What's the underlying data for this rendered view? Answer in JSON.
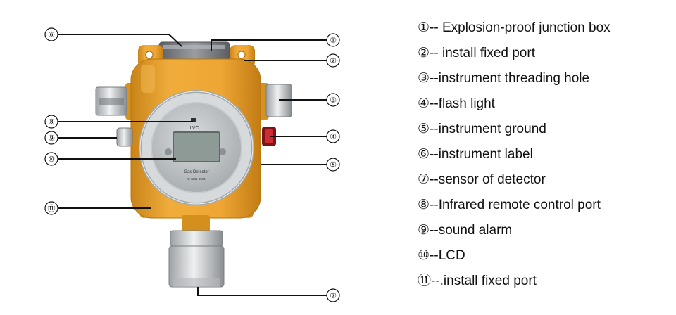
{
  "device": {
    "text_lvc": "LVC",
    "text_name": "Gas Detector",
    "text_model": "IO-SEN-85SN"
  },
  "callouts": [
    "⑥",
    "①",
    "②",
    "③",
    "④",
    "⑤",
    "⑧",
    "⑨",
    "⑩",
    "⑪",
    "⑦"
  ],
  "legend": [
    "①-- Explosion-proof junction box",
    "②-- install fixed port",
    "③--instrument threading hole",
    "④--flash light",
    "⑤--instrument ground",
    "⑥--instrument label",
    "⑦--sensor of detector",
    "⑧--Infrared remote control port",
    "⑨--sound alarm",
    "⑩--LCD",
    "⑪--.install fixed port"
  ],
  "colors": {
    "housing": "#e9a12c",
    "housing_dark": "#c77f16",
    "cap": "#7b7f84",
    "lcd": "#8e9a95",
    "flash_light": "#c0222a",
    "sensor": "#d5d7d8"
  }
}
